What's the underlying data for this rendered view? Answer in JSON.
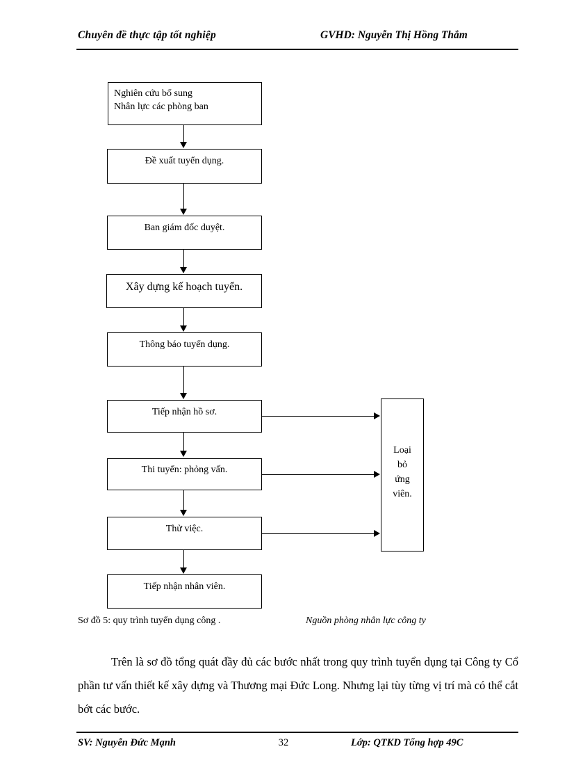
{
  "header": {
    "left": "Chuyên đề thực tập tốt nghiệp",
    "right": "GVHD: Nguyễn Thị Hồng Thắm"
  },
  "flowchart": {
    "steps": [
      {
        "id": "step-1",
        "text": "Nghiên cứu bổ sung\nNhân lực các phòng ban"
      },
      {
        "id": "step-2",
        "text": "Đề xuất tuyển dụng."
      },
      {
        "id": "step-3",
        "text": "Ban giám đốc duyệt."
      },
      {
        "id": "step-4",
        "text": "Xây dựng kế hoạch tuyển."
      },
      {
        "id": "step-5",
        "text": "Thông báo tuyển dụng."
      },
      {
        "id": "step-6",
        "text": "Tiếp nhận hồ sơ."
      },
      {
        "id": "step-7",
        "text": "Thi tuyển: phỏng vấn."
      },
      {
        "id": "step-8",
        "text": "Thử việc."
      },
      {
        "id": "step-9",
        "text": "Tiếp nhận nhân viên."
      }
    ],
    "reject_box": {
      "id": "reject",
      "text": "Loại\nbỏ\nứng\nviên."
    }
  },
  "caption": {
    "label": "Sơ đồ 5: quy trình tuyển dụng công .",
    "source": "Nguồn phòng nhân lực công ty"
  },
  "body": {
    "paragraph": "Trên là sơ đồ tổng quát đầy đủ các bước nhất trong quy trình tuyển dụng tại Công ty Cổ phần tư vấn thiết kế xây dựng và Thương mại Đức Long. Nhưng lại tùy từng vị trí mà có thể cắt bớt các bước."
  },
  "footer": {
    "student": "SV: Nguyễn Đức Mạnh",
    "page": "32",
    "class": "Lớp: QTKD Tổng hợp 49C"
  }
}
